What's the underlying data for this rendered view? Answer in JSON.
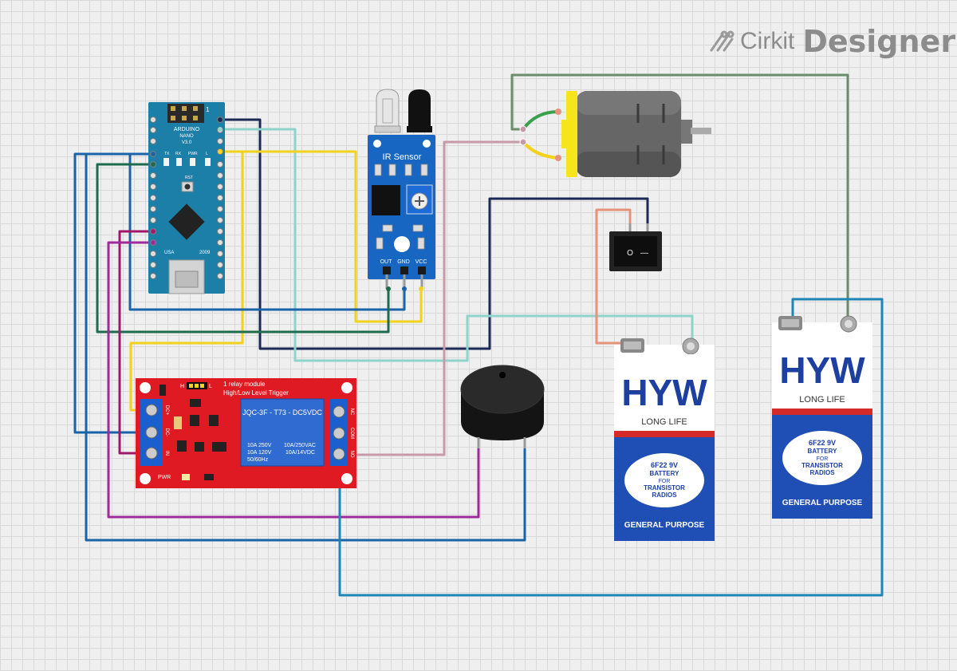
{
  "brand": {
    "name_light": "Cirkit",
    "name_bold": "Designer",
    "icon": "cirkit-logo-icon"
  },
  "arduino": {
    "title": "ARDUINO",
    "model": "NANO",
    "version": "V3.0",
    "led_tx": "TX",
    "led_rx": "RX",
    "led_pwr": "PWR",
    "led_l": "L",
    "reset": "RST",
    "left_text": "USA",
    "right_text": "2009",
    "header_mark": "1"
  },
  "ir_sensor": {
    "title": "IR Sensor",
    "pin_out": "OUT",
    "pin_gnd": "GND",
    "pin_vcc": "VCC"
  },
  "relay": {
    "title": "1 relay module",
    "subtitle": "High/Low Level Trigger",
    "h": "H",
    "l": "L",
    "part": "JQC-3F - T73 - DC5VDC",
    "rating_1": "10A 250V",
    "rating_2": "10A 120V",
    "rating_3": "50/60Hz",
    "rating_4": "10A/250VAC",
    "rating_5": "10A/14VDC",
    "pwr": "PWR",
    "pin_dc_plus": "DC+",
    "pin_dc_minus": "DC-",
    "pin_in": "IN",
    "pin_nc": "NC",
    "pin_com": "COM",
    "pin_no": "NO"
  },
  "battery_1": {
    "brand": "HYW",
    "tagline": "LONG LIFE",
    "spec": "6F22 9V",
    "line2": "BATTERY",
    "line3": "FOR",
    "line4": "TRANSISTOR",
    "line5": "RADIOS",
    "footer": "GENERAL PURPOSE"
  },
  "battery_2": {
    "brand": "HYW",
    "tagline": "LONG LIFE",
    "spec": "6F22 9V",
    "line2": "BATTERY",
    "line3": "FOR",
    "line4": "TRANSISTOR",
    "line5": "RADIOS",
    "footer": "GENERAL PURPOSE"
  },
  "switch": {
    "symbol_off": "O",
    "symbol_on": "—"
  },
  "colors": {
    "wire_navy": "#1a2a55",
    "wire_cyan": "#8fd3c9",
    "wire_yellow": "#f2d21b",
    "wire_blue": "#1a63a8",
    "wire_green": "#1e6b4d",
    "wire_pink": "#c79aa8",
    "wire_magenta": "#a0186a",
    "wire_purple": "#a02a9c",
    "wire_sage": "#6a8d6a",
    "wire_salmon": "#e7927a",
    "wire_teal": "#1e85b5",
    "arduino_blue": "#1b7fa8",
    "relay_red": "#e01a22",
    "sensor_blue": "#1666c2"
  }
}
